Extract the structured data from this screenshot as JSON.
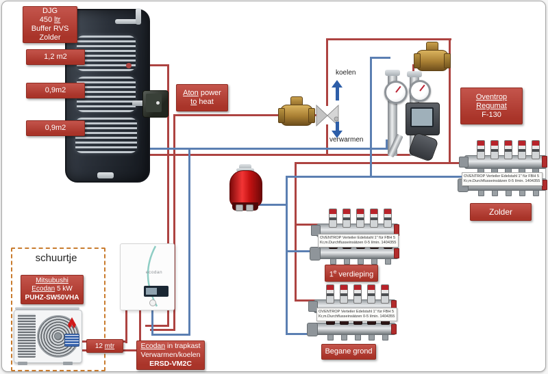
{
  "diagram": {
    "tank_label": {
      "l1": "DJG",
      "l2a": "450 ",
      "l2b": "ltr",
      "l3": "Buffer RVS",
      "l4": "Zolder"
    },
    "coils": [
      "1,2 m2",
      "0,9m2",
      "0,9m2"
    ],
    "aton": {
      "l1a": "Aton",
      "l1b": " power",
      "l2a": "to",
      "l2b": " heat"
    },
    "mode_labels": {
      "cool": "koelen",
      "heat": "verwarmen"
    },
    "regumat": {
      "l1": "Oventrop",
      "l2": "Regumat",
      "l3": "F-130"
    },
    "manifolds": {
      "note1": "OVENTROP Verteiler Edelstahl 1\" für FBH 5",
      "note2": "Kr,m.Durchflusseinsätzen 0-5 l/min. 1404355",
      "zolder": "Zolder",
      "first_num": "1",
      "first_sup": "e",
      "first_rest": " verdieping",
      "ground": "Begane grond"
    },
    "shed": {
      "title": "schuurtje",
      "hp_l1": "Mitsubushi",
      "hp_l2a": "Ecodan",
      "hp_l2b": " 5 kW",
      "hp_l3": "PUHZ-SW50VHA",
      "dist_a": "12 ",
      "dist_b": "mtr"
    },
    "indoor_brand": "ecodan",
    "trapkast": {
      "l1a": "Ecodan",
      "l1b": " in trapkast",
      "l2": "Verwarmen/koelen",
      "l3": "ERSD-VM2C"
    },
    "colors": {
      "pipe_red": "#ad4341",
      "pipe_blue": "#5b7fb2",
      "label_red": "#b5443c",
      "arrow_blue": "#2d5ea8",
      "shed_border": "#c97b2d"
    }
  }
}
